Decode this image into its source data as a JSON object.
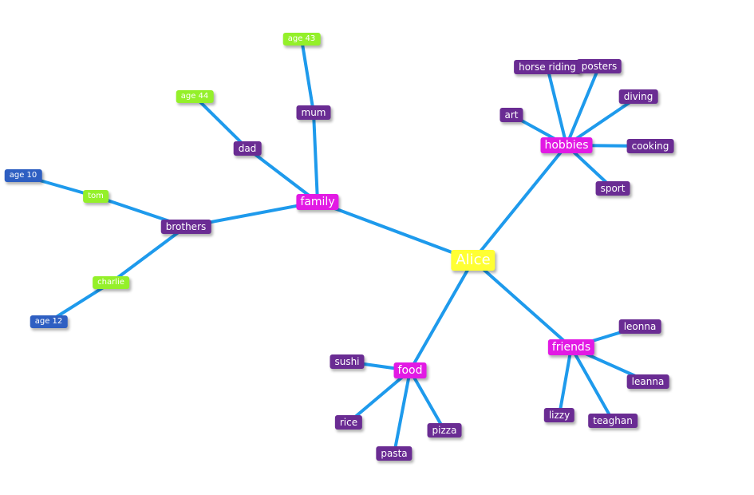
{
  "colors": {
    "edge": "#1e9aec",
    "root_fill": "#ffff33",
    "branch_fill": "#e21ae4",
    "leaf_fill": "#6a2c93",
    "age_green_fill": "#94f02a",
    "age_blue_fill": "#2e5fc2",
    "label_text": "#ffffff"
  },
  "mindmap": {
    "root": "Alice",
    "branches": {
      "family": "family",
      "hobbies": "hobbies",
      "food": "food",
      "friends": "friends"
    },
    "family": {
      "brothers": "brothers",
      "dad": "dad",
      "mum": "mum",
      "mum_age": "age 43",
      "dad_age": "age 44",
      "tom": "tom",
      "charlie": "charlie",
      "tom_age": "age 10",
      "charlie_age": "age 12"
    },
    "hobbies": [
      "art",
      "horse riding",
      "posters",
      "diving",
      "cooking",
      "sport"
    ],
    "food": [
      "sushi",
      "rice",
      "pasta",
      "pizza"
    ],
    "friends": [
      "leonna",
      "leanna",
      "lizzy",
      "teaghan"
    ]
  }
}
